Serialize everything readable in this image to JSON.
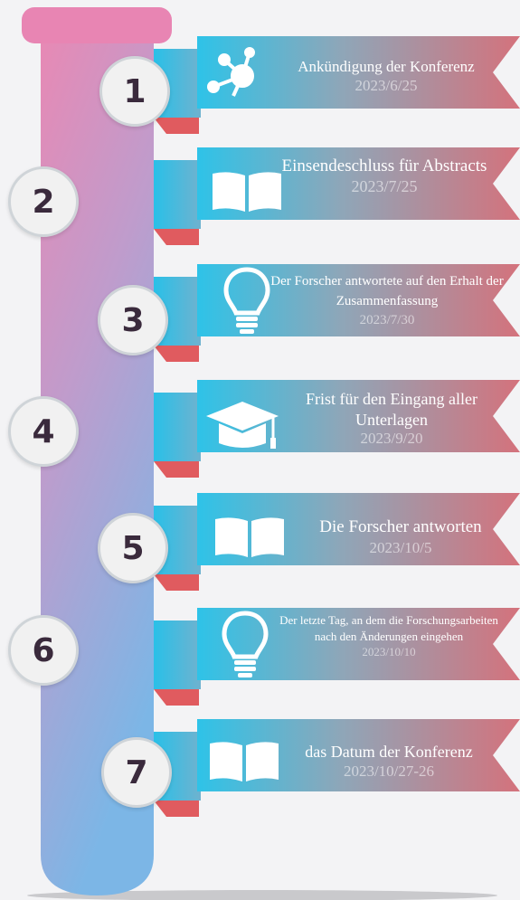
{
  "steps": [
    {
      "number": "1",
      "title": "Ankündigung der Konferenz",
      "date": "2023/6/25",
      "icon": "network-icon"
    },
    {
      "number": "2",
      "title": "Einsendeschluss für Abstracts",
      "date": "2023/7/25",
      "icon": "book-icon"
    },
    {
      "number": "3",
      "title": "Der Forscher antwortete auf den Erhalt der Zusammenfassung",
      "date": "2023/7/30",
      "icon": "lightbulb-icon"
    },
    {
      "number": "4",
      "title": "Frist für den Eingang aller Unterlagen",
      "date": "2023/9/20",
      "icon": "graduation-cap-icon"
    },
    {
      "number": "5",
      "title": "Die Forscher antworten",
      "date": "2023/10/5",
      "icon": "book-icon"
    },
    {
      "number": "6",
      "title": "Der letzte Tag, an dem die Forschungsarbeiten nach den Änderungen eingehen",
      "date": "2023/10/10",
      "icon": "lightbulb-icon"
    },
    {
      "number": "7",
      "title": "das Datum der Konferenz",
      "date": "2023/10/27-26",
      "icon": "book-icon"
    }
  ],
  "colors": {
    "tube_top": "#e889b4",
    "tube_bottom": "#7cb6e6",
    "banner_left": "#2ec3e8",
    "banner_right": "#d4727c",
    "number_text": "#3a2a3c"
  }
}
